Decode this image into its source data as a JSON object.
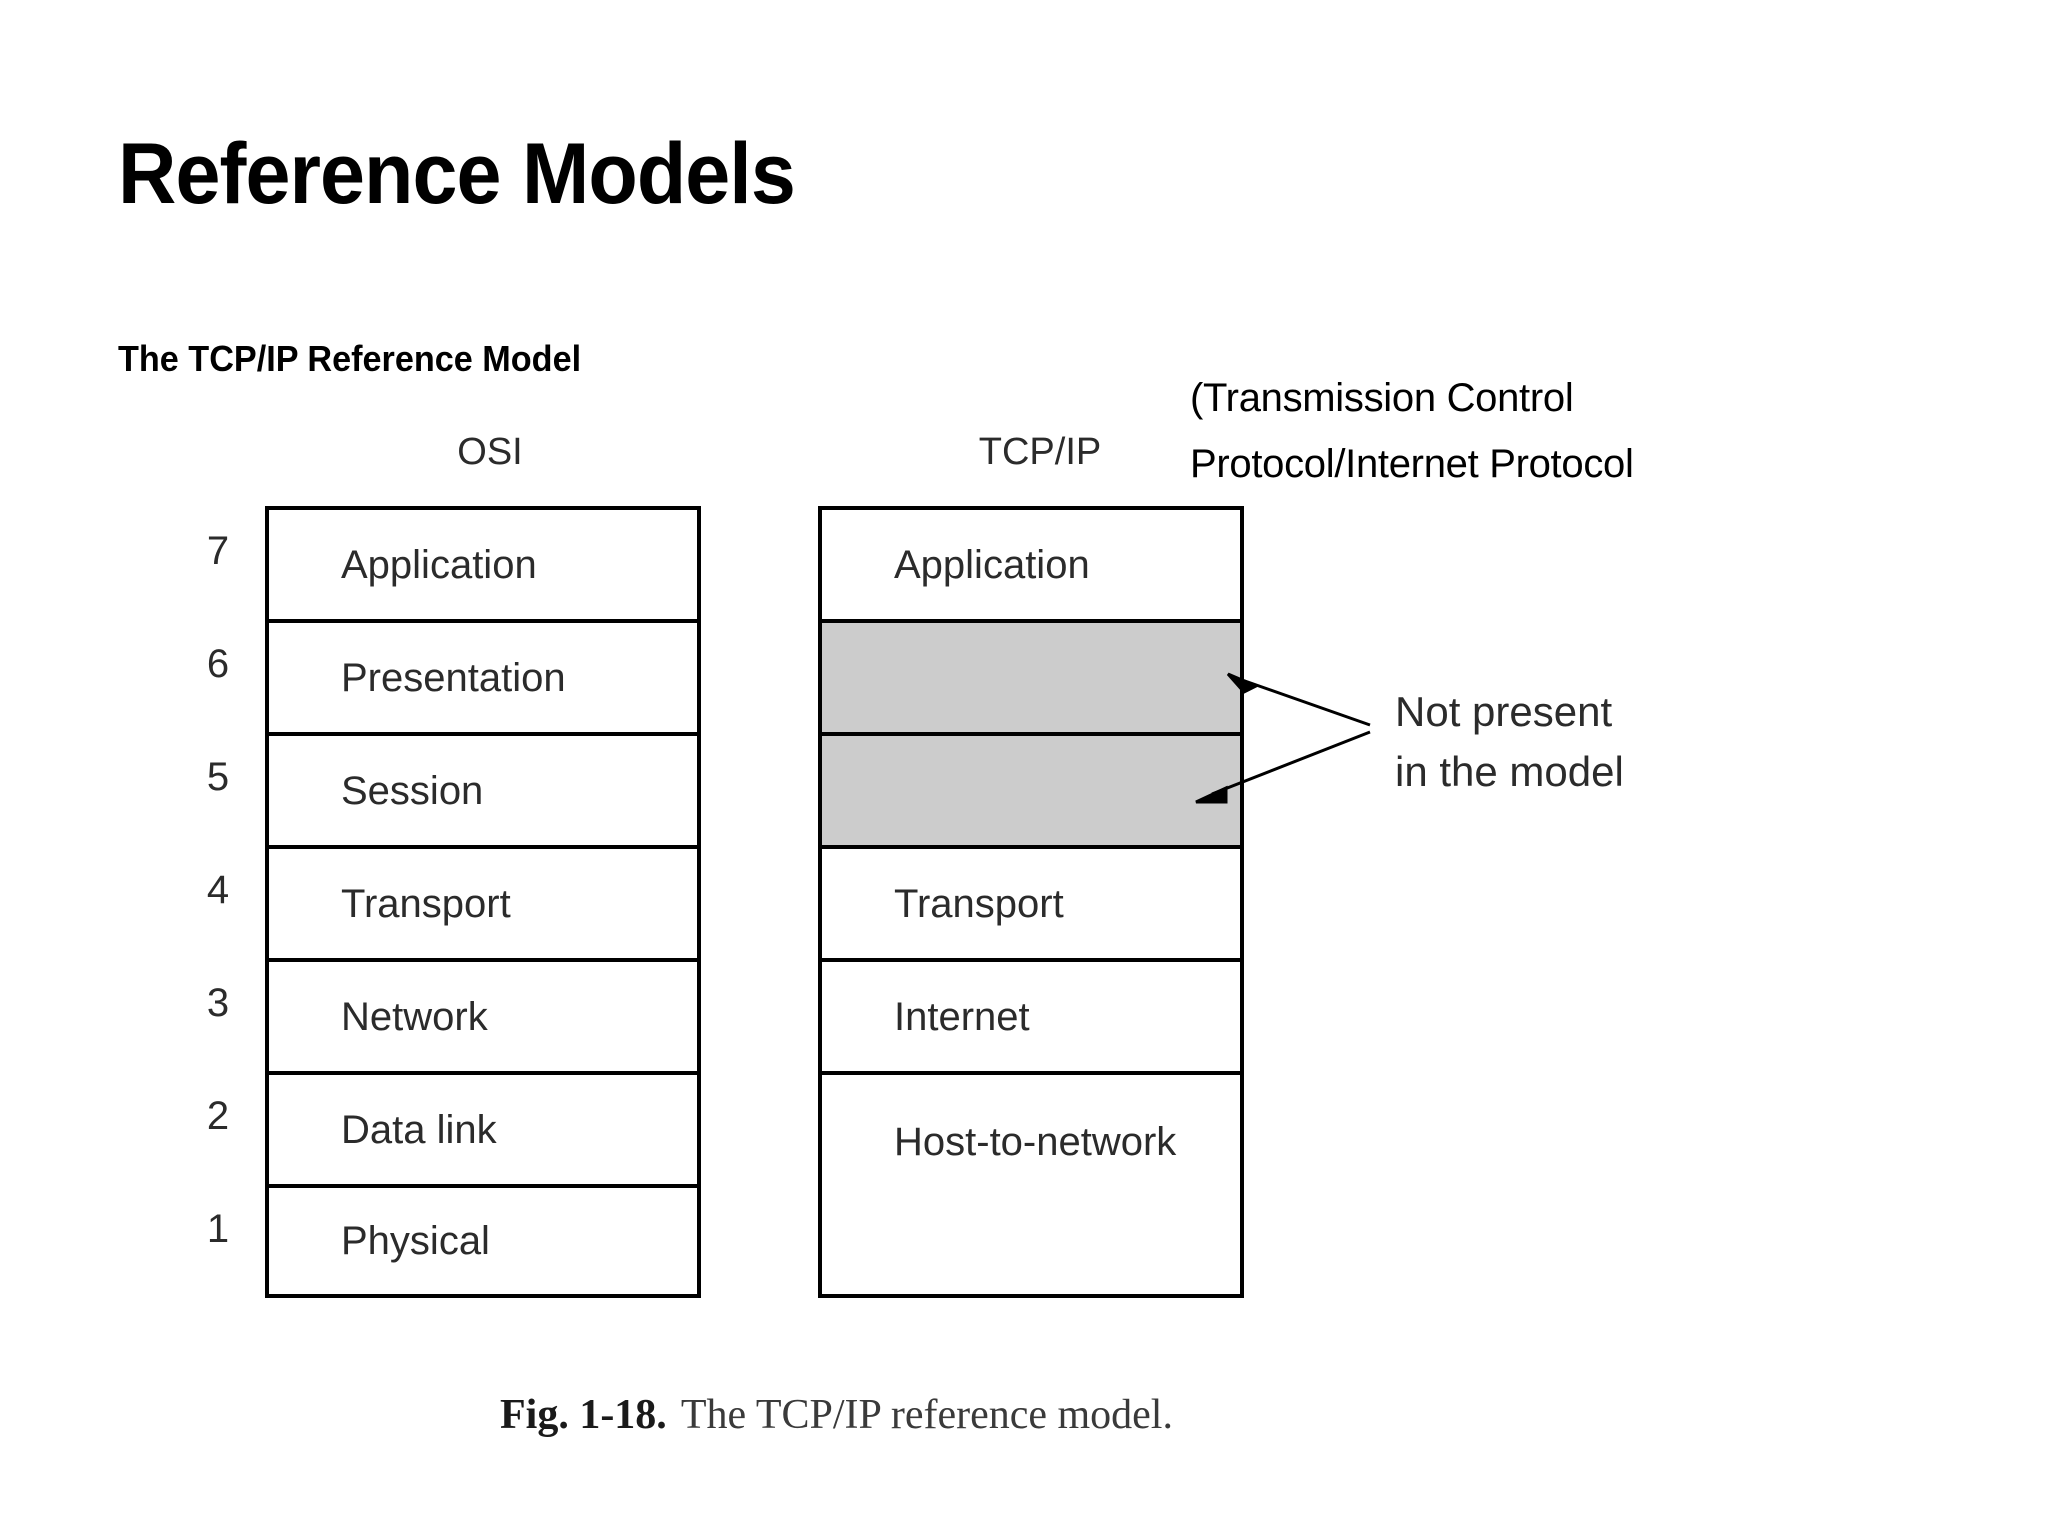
{
  "slide": {
    "title": "Reference Models",
    "subtitle": "The TCP/IP Reference Model",
    "expansion_note_line1": "(Transmission Control",
    "expansion_note_line2": "Protocol/Internet Protocol"
  },
  "figure": {
    "caption_fig": "Fig.  1-18.",
    "caption_text": "The TCP/IP reference model.",
    "annotation": {
      "line1": "Not present",
      "line2": "in the model"
    },
    "colors": {
      "shaded_layer": "#cccccc",
      "border": "#000000",
      "text": "#2b2b2b"
    },
    "columns": [
      {
        "header": "OSI",
        "layers": [
          {
            "number": "7",
            "label": "Application"
          },
          {
            "number": "6",
            "label": "Presentation"
          },
          {
            "number": "5",
            "label": "Session"
          },
          {
            "number": "4",
            "label": "Transport"
          },
          {
            "number": "3",
            "label": "Network"
          },
          {
            "number": "2",
            "label": "Data link"
          },
          {
            "number": "1",
            "label": "Physical"
          }
        ]
      },
      {
        "header": "TCP/IP",
        "layers": [
          {
            "label": "Application",
            "shaded": false,
            "span": 1
          },
          {
            "label": "",
            "shaded": true,
            "span": 1
          },
          {
            "label": "",
            "shaded": true,
            "span": 1
          },
          {
            "label": "Transport",
            "shaded": false,
            "span": 1
          },
          {
            "label": "Internet",
            "shaded": false,
            "span": 1
          },
          {
            "label": "Host-to-network",
            "shaded": false,
            "span": 2
          }
        ]
      }
    ]
  }
}
